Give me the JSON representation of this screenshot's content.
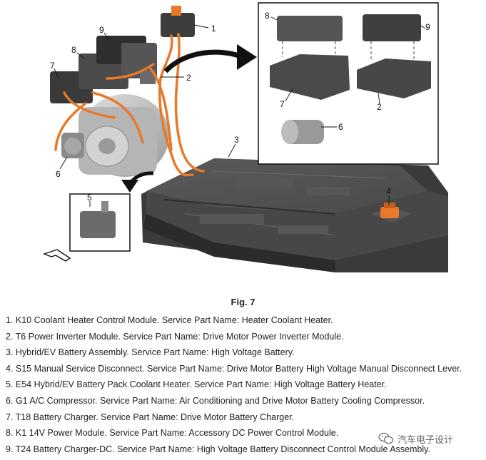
{
  "figure": {
    "callouts": [
      "1",
      "2",
      "3",
      "4",
      "5",
      "6",
      "7",
      "8",
      "9"
    ],
    "caption": "Fig. 7"
  },
  "legend": [
    "1. K10 Coolant Heater Control Module. Service Part Name: Heater Coolant Heater.",
    "2. T6 Power Inverter Module. Service Part Name: Drive Motor Power Inverter Module.",
    "3. Hybrid/EV Battery Assembly. Service Part Name: High Voltage Battery.",
    "4. S15 Manual Service Disconnect. Service Part Name: Drive Motor Battery High Voltage Manual Disconnect Lever.",
    "5. E54 Hybrid/EV Battery Pack Coolant Heater. Service Part Name: High Voltage Battery Heater.",
    "6. G1 A/C Compressor. Service Part Name: Air Conditioning and Drive Motor Battery Cooling Compressor.",
    "7. T18 Battery Charger. Service Part Name: Drive Motor Battery Charger.",
    "8. K1 14V Power Module. Service Part Name: Accessory DC Power Control Module.",
    "9. T24 Battery Charger-DC. Service Part Name: High Voltage Battery Disconnect Control Module Assembly."
  ],
  "watermark": {
    "text": "汽车电子设计",
    "icon": "wechat-icon"
  },
  "colors": {
    "cable": "#e8792a",
    "component_dark": "#3c3c3c",
    "component_mid": "#6b6b6b",
    "motor": "#c8c8c8"
  }
}
